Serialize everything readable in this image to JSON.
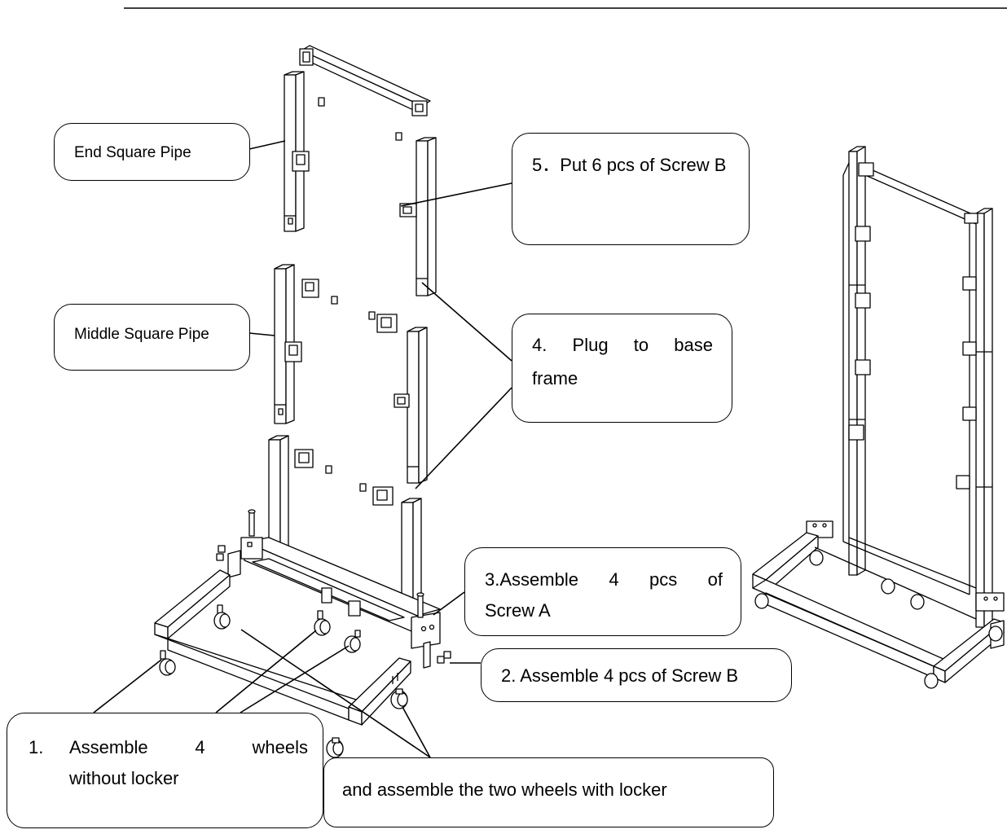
{
  "labels": {
    "end_pipe": "End Square Pipe",
    "middle_pipe": "Middle Square Pipe",
    "step5": "5．Put 6 pcs of Screw B",
    "step4_line1": "4.  Plug  to  base",
    "step4_line2": "frame",
    "step3_line1": "3.Assemble   4   pcs   of",
    "step3_line2": "Screw A",
    "step2": "2. Assemble 4 pcs of Screw B",
    "step1_num": "1.",
    "step1_line1": "Assemble    4    wheels",
    "step1_line2": "without locker",
    "step1b": "and assemble the two wheels with locker"
  },
  "colors": {
    "line": "#000000",
    "fill": "#ffffff"
  }
}
